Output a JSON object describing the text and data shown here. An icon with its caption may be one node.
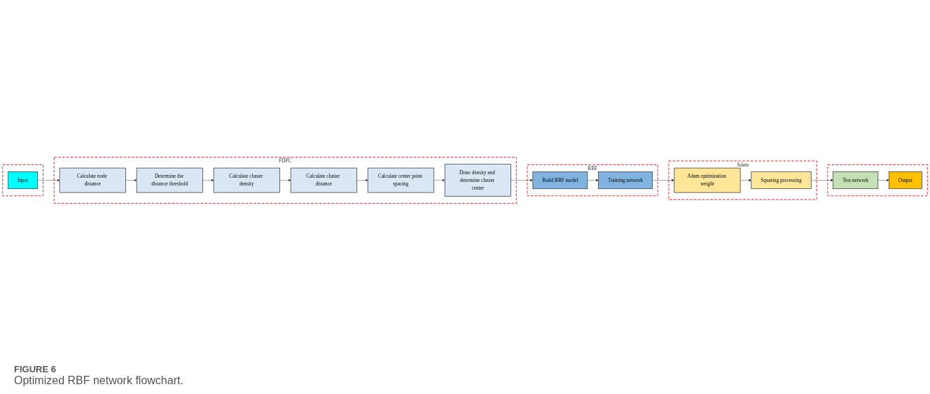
{
  "diagram": {
    "caption": "Optimized RBF network flowchart.",
    "nodes": [
      {
        "text": [],
        "shape": "box"
      },
      {
        "text": [
          "Input"
        ],
        "in": 0
      },
      {
        "text": [
          "FDPC"
        ]
      },
      {
        "text": [
          "Calculate node distance"
        ],
        "in": 2
      },
      {
        "text": [
          "Determine the distance threshold"
        ],
        "in": 2
      },
      {
        "text": [
          "Calculate cluster distance"
        ],
        "in": 2
      },
      {
        "text": [
          "Calculate cluster density"
        ],
        "in": 2
      },
      {
        "text": [
          "Calculate center point spacing"
        ],
        "in": 2
      },
      {
        "text": [
          "Draw density and determine cluster center"
        ],
        "in": 2
      },
      {
        "text": [
          "RBF"
        ]
      },
      {
        "text": [
          "Build RBF model"
        ],
        "in": 9
      },
      {
        "text": [
          "Training network"
        ],
        "in": 9
      },
      {
        "text": [
          "Adam"
        ]
      },
      {
        "text": [
          "Adam optimization weight"
        ],
        "in": 12
      },
      {
        "text": [
          "Squaring processing"
        ],
        "in": 12
      },
      {
        "text": [],
        "shape": "box"
      },
      {
        "text": [
          "Test network"
        ],
        "in": 15
      },
      {
        "text": [
          "Output"
        ],
        "in": 15
      }
    ],
    "edges": [
      {
        "from": 1,
        "to": 3,
        "arrow": "to"
      },
      {
        "from": 3,
        "to": 4,
        "arrow": "to"
      },
      {
        "from": 4,
        "to": 6,
        "arrow": "to"
      },
      {
        "from": 6,
        "to": 5,
        "arrow": "to"
      },
      {
        "from": 5,
        "to": 7,
        "arrow": "to"
      },
      {
        "from": 7,
        "to": 8,
        "arrow": "to"
      },
      {
        "from": 8,
        "to": 10,
        "arrow": "to"
      },
      {
        "from": 10,
        "to": 11,
        "arrow": "to"
      },
      {
        "from": 11,
        "to": 13,
        "arrow": "to"
      },
      {
        "from": 13,
        "to": 14,
        "arrow": "to"
      },
      {
        "from": 14,
        "to": 16,
        "arrow": "to"
      },
      {
        "from": 16,
        "to": 17,
        "arrow": "to"
      }
    ],
    "labels": [
      "FIGURE 6"
    ]
  }
}
